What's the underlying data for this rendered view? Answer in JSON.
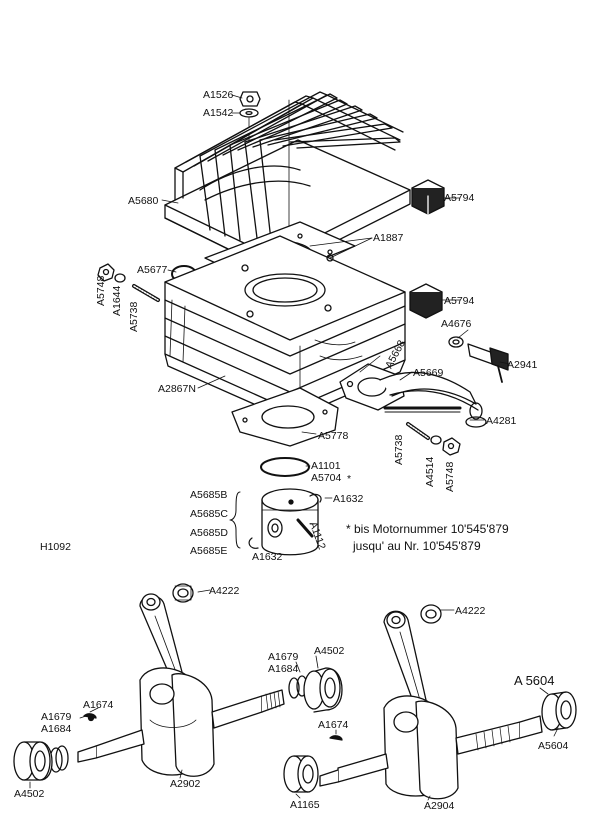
{
  "figure_code": "H1092",
  "parts": {
    "a1526": "A1526",
    "a1542": "A1542",
    "a5680": "A5680",
    "a5794_top": "A5794",
    "a1887": "A1887",
    "a5677": "A5677",
    "a5748_left": "A5748",
    "a1644": "A1644",
    "a5738_left": "A5738",
    "a5794_mid": "A5794",
    "a4676": "A4676",
    "a2941": "A2941",
    "a5668": "A5668",
    "a5669": "A5669",
    "a2867n": "A2867N",
    "a4281": "A4281",
    "a5778": "A5778",
    "a5738_right": "A5738",
    "a4514": "A4514",
    "a5748_right": "A5748",
    "a1101": "A1101",
    "a5704": "A5704",
    "a5704_mark": "*",
    "a5685b": "A5685B",
    "a5685c": "A5685C",
    "a5685d": "A5685D",
    "a5685e": "A5685E",
    "a1632_top": "A1632",
    "a1112": "A1112",
    "a1632_bottom": "A1632",
    "a4222_left": "A4222",
    "a1679_left": "A1679",
    "a1684_left": "A1684",
    "a1674_left": "A1674",
    "a4502_left": "A4502",
    "a2902": "A2902",
    "a1679_mid": "A1679",
    "a1684_mid": "A1684",
    "a4502_right": "A4502",
    "a4222_right": "A4222",
    "a5604_big": "A 5604",
    "a1674_right": "A1674",
    "a5604": "A5604",
    "a1165": "A1165",
    "a2904": "A2904"
  },
  "note": {
    "line1": "* bis Motornummer  10'545'879",
    "line2": "jusqu' au Nr. 10'545'879"
  }
}
